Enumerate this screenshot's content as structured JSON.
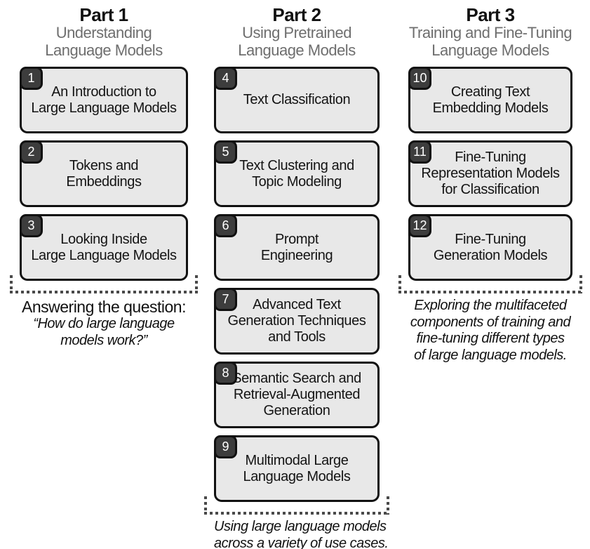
{
  "colors": {
    "background": "#ffffff",
    "box_fill": "#e8e8e8",
    "box_border": "#111111",
    "badge_fill": "#3d3d3d",
    "badge_text": "#ffffff",
    "subtitle_gray": "#6e6e6e",
    "bracket_dash": "#4a4a4a",
    "text": "#141414"
  },
  "figure": {
    "parts": [
      {
        "title": "Part 1",
        "subtitle_lines": [
          "Understanding",
          "Language Models"
        ],
        "chapters": [
          {
            "number": "1",
            "lines": [
              "An Introduction to",
              "Large Language Models"
            ]
          },
          {
            "number": "2",
            "lines": [
              "Tokens and",
              "Embeddings"
            ]
          },
          {
            "number": "3",
            "lines": [
              "Looking Inside",
              "Large Language Models"
            ]
          }
        ],
        "caption_lead": "Answering the question:",
        "caption_lines": [
          "“How do large language",
          "models work?”"
        ]
      },
      {
        "title": "Part 2",
        "subtitle_lines": [
          "Using Pretrained",
          "Language Models"
        ],
        "chapters": [
          {
            "number": "4",
            "lines": [
              "Text Classification"
            ]
          },
          {
            "number": "5",
            "lines": [
              "Text Clustering and",
              "Topic Modeling"
            ]
          },
          {
            "number": "6",
            "lines": [
              "Prompt",
              "Engineering"
            ]
          },
          {
            "number": "7",
            "lines": [
              "Advanced Text",
              "Generation Techniques",
              "and Tools"
            ]
          },
          {
            "number": "8",
            "lines": [
              "Semantic Search and",
              "Retrieval-Augmented",
              "Generation"
            ]
          },
          {
            "number": "9",
            "lines": [
              "Multimodal Large",
              "Language Models"
            ]
          }
        ],
        "caption_lead": "",
        "caption_lines": [
          "Using large language models",
          "across a variety of use cases."
        ]
      },
      {
        "title": "Part 3",
        "subtitle_lines": [
          "Training and Fine-Tuning",
          "Language Models"
        ],
        "chapters": [
          {
            "number": "10",
            "lines": [
              "Creating Text",
              "Embedding Models"
            ]
          },
          {
            "number": "11",
            "lines": [
              "Fine-Tuning",
              "Representation Models",
              "for Classification"
            ]
          },
          {
            "number": "12",
            "lines": [
              "Fine-Tuning",
              "Generation Models"
            ]
          }
        ],
        "caption_lead": "",
        "caption_lines": [
          "Exploring the multifaceted",
          "components of training and",
          "fine-tuning different types",
          "of large language models."
        ]
      }
    ]
  }
}
